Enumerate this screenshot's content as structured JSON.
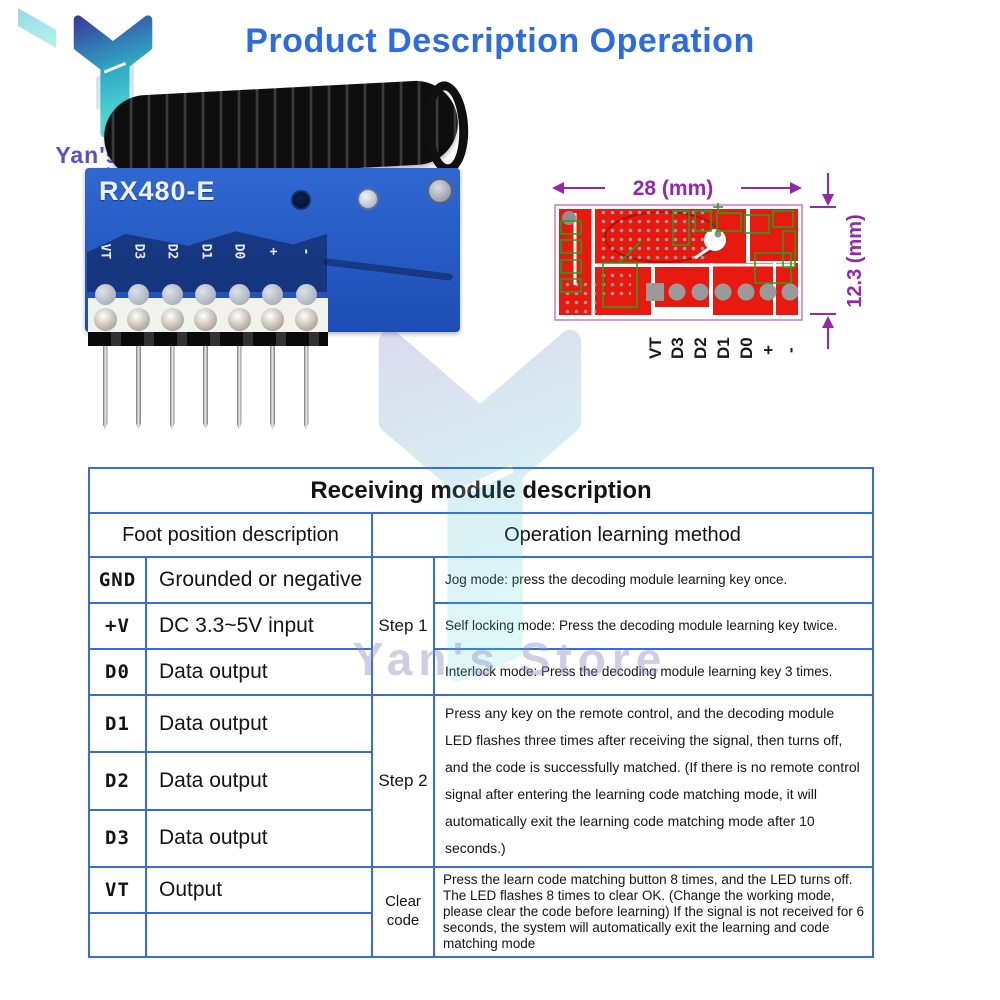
{
  "page": {
    "title": "Product Description Operation"
  },
  "brand": {
    "store_name": "Yan's Store",
    "watermark_text": "Yan's Store"
  },
  "module_photo": {
    "board_label": "RX480-E",
    "pin_labels": [
      "VT",
      "D3",
      "D2",
      "D1",
      "D0",
      "+",
      "-"
    ]
  },
  "pcb_diagram": {
    "width_label": "28 (mm)",
    "height_label": "12.3 (mm)",
    "pin_labels": [
      "VT",
      "D3",
      "D2",
      "D1",
      "D0",
      "+",
      "-"
    ]
  },
  "table": {
    "title": "Receiving module description",
    "left_header": "Foot position description",
    "right_header": "Operation learning method",
    "pin_rows": [
      {
        "name": "GND",
        "desc": "Grounded or negative"
      },
      {
        "name": "+V",
        "desc": "DC 3.3~5V input"
      },
      {
        "name": "D0",
        "desc": "Data output"
      },
      {
        "name": "D1",
        "desc": "Data output"
      },
      {
        "name": "D2",
        "desc": "Data output"
      },
      {
        "name": "D3",
        "desc": "Data output"
      },
      {
        "name": "VT",
        "desc": "Output"
      },
      {
        "name": "",
        "desc": ""
      }
    ],
    "step1": {
      "label": "Step 1",
      "modes": [
        "Jog mode: press the decoding module learning key once.",
        "Self locking mode: Press the decoding module learning key twice.",
        "Interlock mode: Press the decoding module learning key 3 times."
      ]
    },
    "step2": {
      "label": "Step 2",
      "text": "Press any key on the remote control, and the decoding module LED flashes three times after receiving the signal, then turns off, and the code is successfully matched. (If there is no remote control signal after entering the learning code matching mode, it will automatically exit the learning code matching mode after 10 seconds.)"
    },
    "clear": {
      "label": "Clear code",
      "text": "Press the learn code matching button 8 times, and the LED turns off. The LED flashes 8 times to clear OK. (Change the working mode, please clear the code before learning) If the signal is not received for 6 seconds, the system will automatically exit the learning and code matching mode"
    }
  },
  "colors": {
    "title_blue": "#2b6ce2",
    "table_border_blue": "#3a6bd8",
    "pcb_blue": "#2a5cc6",
    "diagram_red": "#e8190e",
    "diagram_green": "#23a023",
    "dimension_purple": "#9427ad",
    "logo_purple": "#5b4fc8"
  }
}
